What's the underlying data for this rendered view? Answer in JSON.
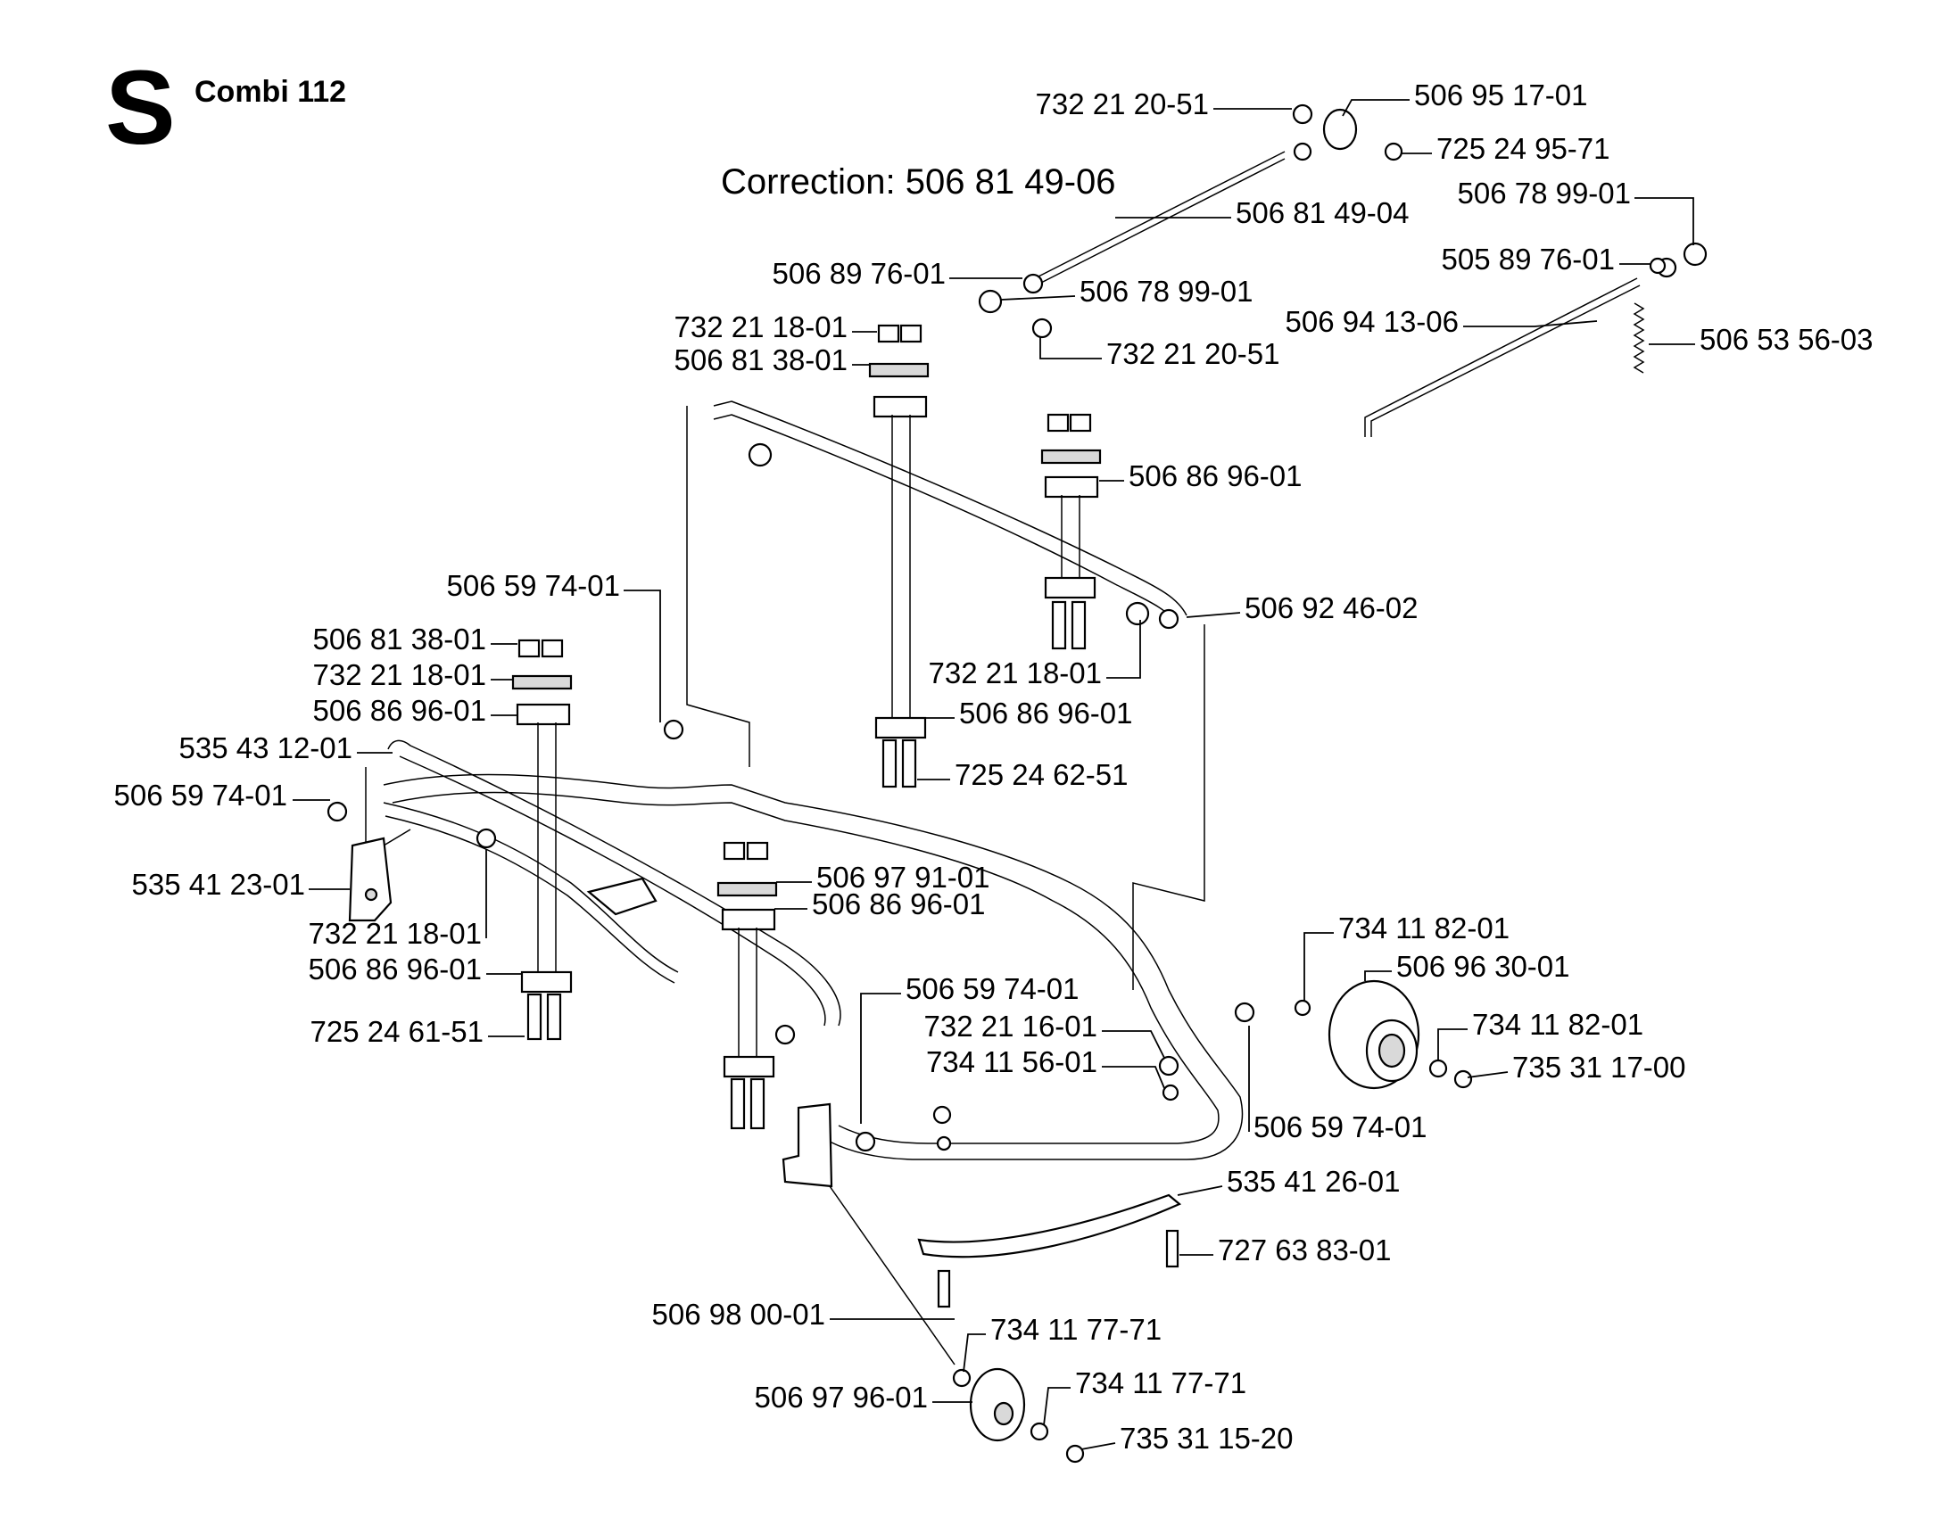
{
  "header": {
    "section": "S",
    "model": "Combi 112",
    "correction": "Correction: 506 81 49-06"
  },
  "parts": [
    {
      "num": "732 21 20-51"
    },
    {
      "num": "506 95 17-01"
    },
    {
      "num": "725 24 95-71"
    },
    {
      "num": "506 78 99-01"
    },
    {
      "num": "506 81 49-04"
    },
    {
      "num": "506 89 76-01"
    },
    {
      "num": "506 78 99-01"
    },
    {
      "num": "505 89 76-01"
    },
    {
      "num": "732 21 18-01"
    },
    {
      "num": "506 94 13-06"
    },
    {
      "num": "506 53 56-03"
    },
    {
      "num": "732 21 20-51"
    },
    {
      "num": "506 81 38-01"
    },
    {
      "num": "506 86 96-01"
    },
    {
      "num": "506 59 74-01"
    },
    {
      "num": "506 92 46-02"
    },
    {
      "num": "732 21 18-01"
    },
    {
      "num": "506 81 38-01"
    },
    {
      "num": "732 21 18-01"
    },
    {
      "num": "506 86 96-01"
    },
    {
      "num": "506 86 96-01"
    },
    {
      "num": "535 43 12-01"
    },
    {
      "num": "725 24 62-51"
    },
    {
      "num": "506 59 74-01"
    },
    {
      "num": "535 41 23-01"
    },
    {
      "num": "506 97 91-01"
    },
    {
      "num": "506 86 96-01"
    },
    {
      "num": "732 21 18-01"
    },
    {
      "num": "734 11 82-01"
    },
    {
      "num": "506 86 96-01"
    },
    {
      "num": "506 96 30-01"
    },
    {
      "num": "506 59 74-01"
    },
    {
      "num": "725 24 61-51"
    },
    {
      "num": "732 21 16-01"
    },
    {
      "num": "734 11 82-01"
    },
    {
      "num": "734 11 56-01"
    },
    {
      "num": "735 31 17-00"
    },
    {
      "num": "506 59 74-01"
    },
    {
      "num": "535 41 26-01"
    },
    {
      "num": "727 63 83-01"
    },
    {
      "num": "506 98 00-01"
    },
    {
      "num": "734 11 77-71"
    },
    {
      "num": "734 11 77-71"
    },
    {
      "num": "506 97 96-01"
    },
    {
      "num": "735 31 15-20"
    }
  ]
}
